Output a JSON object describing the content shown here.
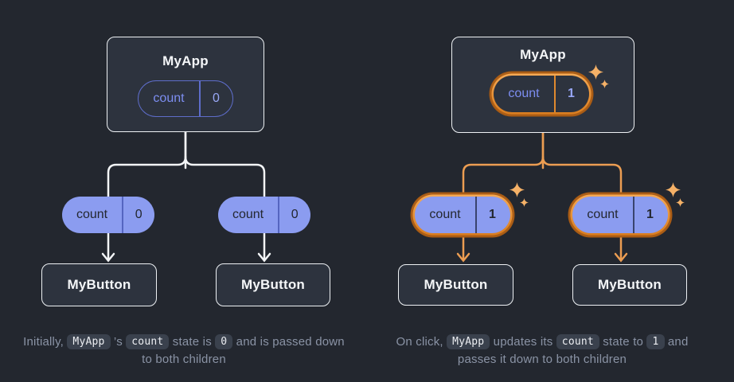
{
  "colors": {
    "background": "#23272f",
    "node_fill": "#2d333e",
    "node_border": "#eef1f4",
    "white_connector": "#f3f5f7",
    "orange_connector": "#ec9d52",
    "orange_ring": "#e08a2e",
    "blue_pill_fill": "#8b9cf0",
    "blue_outline": "#5e6dca",
    "blue_label_text": "#7d8ef2",
    "sparkle": "#f5b167",
    "caption_text": "#8a93a5"
  },
  "left": {
    "root": {
      "title": "MyApp",
      "prop_label": "count",
      "prop_value": "0"
    },
    "children": [
      {
        "label": "count",
        "value": "0"
      },
      {
        "label": "count",
        "value": "0"
      }
    ],
    "buttons": [
      {
        "title": "MyButton"
      },
      {
        "title": "MyButton"
      }
    ],
    "caption": [
      {
        "text": "Initially, "
      },
      {
        "code": "MyApp"
      },
      {
        "text": " ’s "
      },
      {
        "code": "count"
      },
      {
        "text": " state is "
      },
      {
        "code": "0"
      },
      {
        "text": " and is passed down to both children"
      }
    ]
  },
  "right": {
    "root": {
      "title": "MyApp",
      "prop_label": "count",
      "prop_value": "1"
    },
    "children": [
      {
        "label": "count",
        "value": "1"
      },
      {
        "label": "count",
        "value": "1"
      }
    ],
    "buttons": [
      {
        "title": "MyButton"
      },
      {
        "title": "MyButton"
      }
    ],
    "caption": [
      {
        "text": "On click, "
      },
      {
        "code": "MyApp"
      },
      {
        "text": " updates its "
      },
      {
        "code": "count"
      },
      {
        "text": " state to "
      },
      {
        "code": "1"
      },
      {
        "text": " and passes it down to both children"
      }
    ]
  }
}
